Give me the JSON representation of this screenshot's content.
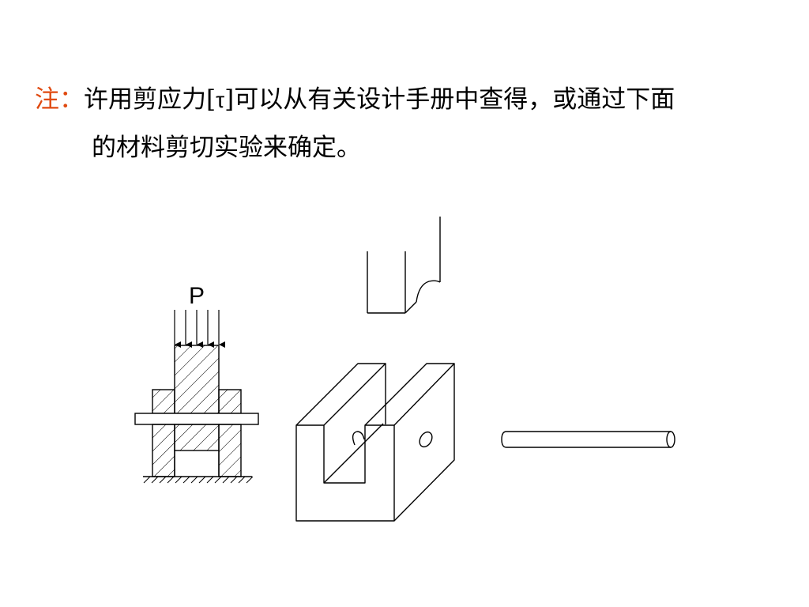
{
  "note": {
    "label": "注：",
    "line1_before": "许用剪应力[",
    "tau": "τ",
    "line1_after": "]可以从有关设计手册中查得，或通过下面",
    "line2": "的材料剪切实验来确定。"
  },
  "figure": {
    "load_label": "P"
  },
  "colors": {
    "label": "#e04a10",
    "text": "#000000",
    "line": "#000000"
  }
}
